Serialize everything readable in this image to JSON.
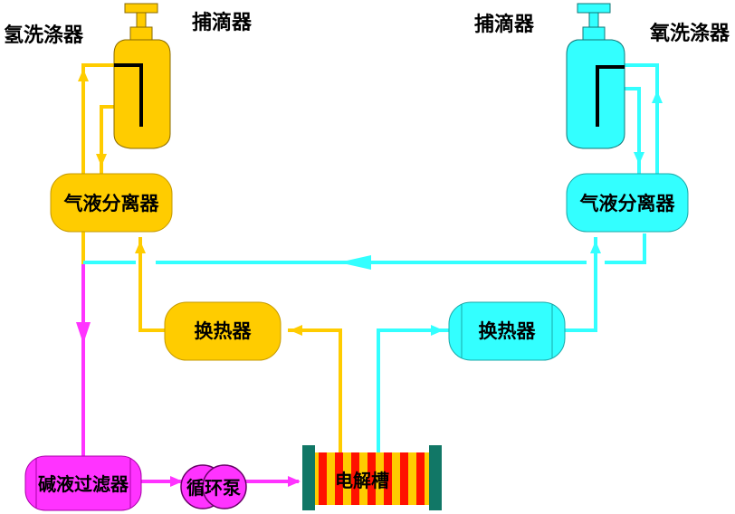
{
  "labels": {
    "h2_scrubber": "氢洗涤器",
    "o2_scrubber": "氧洗涤器",
    "mist_catcher_left": "捕滴器",
    "mist_catcher_right": "捕滴器",
    "gas_liquid_separator_left": "气液分离器",
    "gas_liquid_separator_right": "气液分离器",
    "heat_exchanger_left": "换热器",
    "heat_exchanger_right": "换热器",
    "alkali_filter": "碱液过滤器",
    "circulation_pump": "循环泵",
    "electrolyzer": "电解槽"
  },
  "colors": {
    "hydrogen_side": "#ffcc00",
    "oxygen_side": "#33ffff",
    "alkali_lye": "#ff33ff",
    "electrolyzer_stripe_red": "#ff1100",
    "electrolyzer_end_plate": "#117766"
  }
}
